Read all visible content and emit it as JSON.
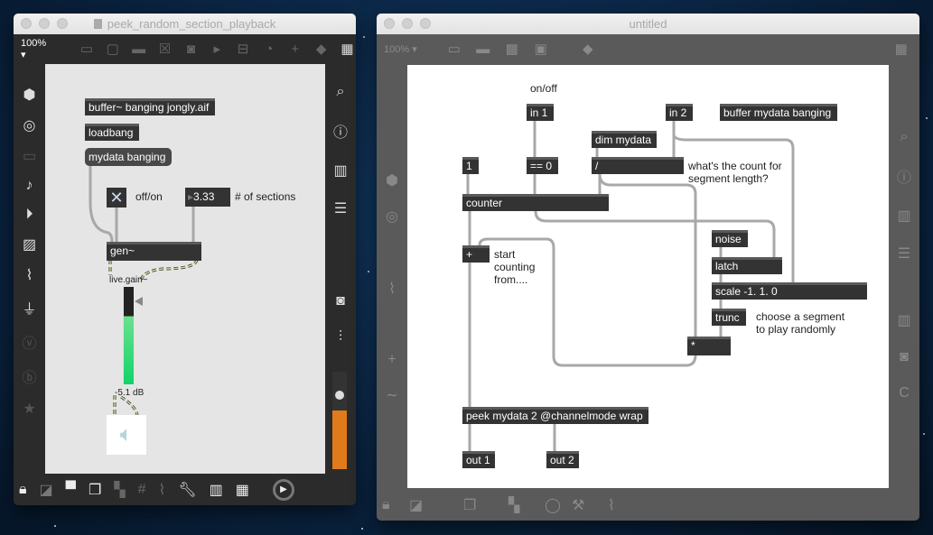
{
  "left_window": {
    "title": "peek_random_section_playback",
    "zoom": "100%",
    "toolbar_icons": [
      "presentation-icon",
      "code-icon",
      "comment-icon",
      "toggle-icon",
      "button-icon",
      "number-icon",
      "slider-icon",
      "dial-icon",
      "plus-icon",
      "paint-bucket-icon",
      "grid-icon"
    ],
    "left_sidebar_icons": [
      "cube-icon",
      "target-icon",
      "bar-icon",
      "note-icon",
      "play-icon",
      "image-icon",
      "paperclip-icon",
      "plug-icon",
      "vizzie-icon",
      "beap-icon",
      "star-icon"
    ],
    "right_sidebar_icons": [
      "search-icon",
      "info-icon",
      "book-icon",
      "list-icon",
      "camera-icon",
      "mixer-icon"
    ],
    "bottom_icons": [
      "lock-icon",
      "edit-icon",
      "presentation-icon",
      "windows-icon",
      "hide-icon",
      "grid-icon",
      "attach-icon",
      "wrench-icon",
      "piano-icon",
      "keyboard-icon",
      "audio-play-icon"
    ],
    "objects": {
      "buffer": "buffer~ banging jongly.aif",
      "loadbang": "loadbang",
      "message": "mydata banging",
      "toggle_label": "off/on",
      "number_value": "3.33",
      "number_label": "# of sections",
      "gen": "gen~",
      "gain_label": "live.gain~",
      "gain_value": "-5.1 dB",
      "gain_level_fraction": 0.72
    }
  },
  "right_window": {
    "title": "untitled",
    "zoom": "100%",
    "toolbar_icons": [
      "presentation-icon",
      "comment-icon",
      "patcher-icon",
      "codebox-icon",
      "paint-bucket-icon",
      "grid-icon"
    ],
    "left_sidebar_icons": [
      "cube-icon",
      "target-icon",
      "paperclip-icon",
      "plus-icon",
      "tilde-icon"
    ],
    "right_sidebar_icons": [
      "search-icon",
      "info-icon",
      "book-icon",
      "list-icon",
      "book-icon",
      "camera-icon",
      "c-icon"
    ],
    "bottom_icons": [
      "lock-icon",
      "edit-icon",
      "windows-icon",
      "hide-icon",
      "circle-icon",
      "hammer-icon",
      "attach-icon"
    ],
    "objects": {
      "onoff": "on/off",
      "in1": "in 1",
      "in2": "in 2",
      "buffer": "buffer mydata banging",
      "dim": "dim mydata",
      "one": "1",
      "eq": "== 0",
      "div": "/",
      "count_comment": "what's the count for\nsegment length?",
      "counter": "counter",
      "plus": "+",
      "start_comment": "start\ncounting\nfrom....",
      "noise": "noise",
      "latch": "latch",
      "scale": "scale -1. 1. 0",
      "trunc": "trunc",
      "choose_comment": "choose a segment\nto play randomly",
      "mul": "*",
      "peek": "peek mydata 2 @channelmode wrap",
      "out1": "out 1",
      "out2": "out 2"
    }
  }
}
